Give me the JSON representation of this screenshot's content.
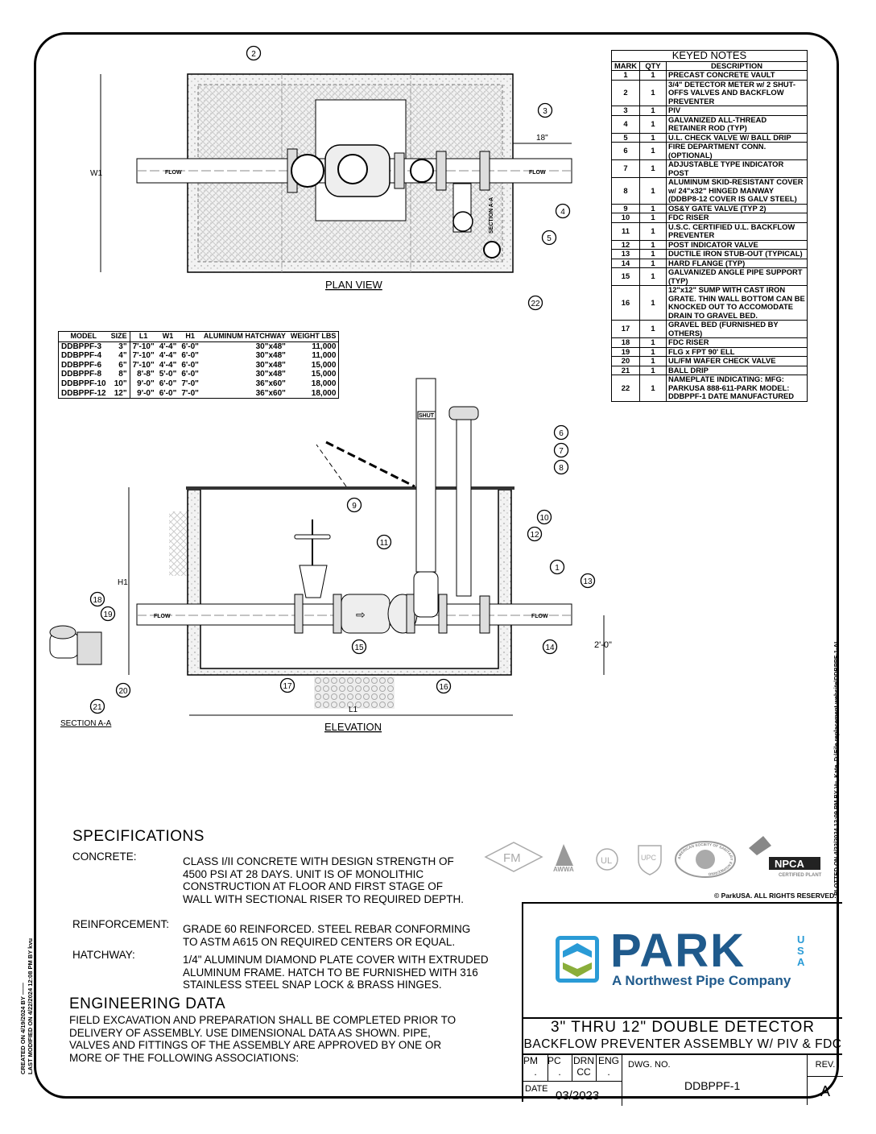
{
  "keyed_notes": {
    "title": "KEYED NOTES",
    "headers": [
      "MARK",
      "QTY",
      "DESCRIPTION"
    ],
    "rows": [
      {
        "mark": "1",
        "qty": "1",
        "desc": "PRECAST CONCRETE VAULT"
      },
      {
        "mark": "2",
        "qty": "1",
        "desc": "3/4\" DETECTOR METER w/ 2 SHUT-OFFS VALVES AND BACKFLOW PREVENTER"
      },
      {
        "mark": "3",
        "qty": "1",
        "desc": "PIV"
      },
      {
        "mark": "4",
        "qty": "1",
        "desc": "GALVANIZED ALL-THREAD RETAINER ROD (TYP)"
      },
      {
        "mark": "5",
        "qty": "1",
        "desc": "U.L. CHECK VALVE W/ BALL DRIP"
      },
      {
        "mark": "6",
        "qty": "1",
        "desc": "FIRE DEPARTMENT CONN. (OPTIONAL)"
      },
      {
        "mark": "7",
        "qty": "1",
        "desc": "ADJUSTABLE TYPE INDICATOR POST"
      },
      {
        "mark": "8",
        "qty": "1",
        "desc": "ALUMINUM SKID-RESISTANT COVER w/ 24\"x32\" HINGED MANWAY (DDBP8-12 COVER IS GALV STEEL)"
      },
      {
        "mark": "9",
        "qty": "1",
        "desc": "OS&Y GATE VALVE (TYP 2)"
      },
      {
        "mark": "10",
        "qty": "1",
        "desc": "FDC RISER"
      },
      {
        "mark": "11",
        "qty": "1",
        "desc": "U.S.C. CERTIFIED U.L. BACKFLOW PREVENTER"
      },
      {
        "mark": "12",
        "qty": "1",
        "desc": "POST INDICATOR VALVE"
      },
      {
        "mark": "13",
        "qty": "1",
        "desc": "DUCTILE IRON STUB-OUT (TYPICAL)"
      },
      {
        "mark": "14",
        "qty": "1",
        "desc": "HARD FLANGE (TYP)"
      },
      {
        "mark": "15",
        "qty": "1",
        "desc": "GALVANIZED ANGLE PIPE SUPPORT (TYP)"
      },
      {
        "mark": "16",
        "qty": "1",
        "desc": "12\"x12\" SUMP WITH CAST IRON GRATE. THIN WALL BOTTOM CAN BE KNOCKED OUT TO ACCOMODATE DRAIN TO GRAVEL BED."
      },
      {
        "mark": "17",
        "qty": "1",
        "desc": "GRAVEL BED (FURNISHED BY OTHERS)"
      },
      {
        "mark": "18",
        "qty": "1",
        "desc": "FDC RISER"
      },
      {
        "mark": "19",
        "qty": "1",
        "desc": "FLG x FPT 90' ELL"
      },
      {
        "mark": "20",
        "qty": "1",
        "desc": "UL/FM WAFER CHECK VALVE"
      },
      {
        "mark": "21",
        "qty": "1",
        "desc": "BALL DRIP"
      },
      {
        "mark": "22",
        "qty": "1",
        "desc": "NAMEPLATE INDICATING: MFG: PARKUSA 888-611-PARK MODEL: DDBPPF-1 DATE MANUFACTURED"
      }
    ]
  },
  "model_table": {
    "headers": [
      "MODEL",
      "SIZE",
      "L1",
      "W1",
      "H1",
      "ALUMINUM HATCHWAY",
      "WEIGHT LBS"
    ],
    "rows": [
      [
        "DDBPPF-3",
        "3\"",
        "7'-10\"",
        "4'-4\"",
        "6'-0\"",
        "30\"x48\"",
        "11,000"
      ],
      [
        "DDBPPF-4",
        "4\"",
        "7'-10\"",
        "4'-4\"",
        "6'-0\"",
        "30\"x48\"",
        "11,000"
      ],
      [
        "DDBPPF-6",
        "6\"",
        "7'-10\"",
        "4'-4\"",
        "6'-0\"",
        "30\"x48\"",
        "15,000"
      ],
      [
        "DDBPPF-8",
        "8\"",
        "8'-8\"",
        "5'-0\"",
        "6'-0\"",
        "30\"x48\"",
        "15,000"
      ],
      [
        "DDBPPF-10",
        "10\"",
        "9'-0\"",
        "6'-0\"",
        "7'-0\"",
        "36\"x60\"",
        "18,000"
      ],
      [
        "DDBPPF-12",
        "12\"",
        "9'-0\"",
        "6'-0\"",
        "7'-0\"",
        "36\"x60\"",
        "18,000"
      ]
    ]
  },
  "drawing": {
    "plan_view_label": "PLAN VIEW",
    "elevation_label": "ELEVATION",
    "section_label": "SECTION A-A",
    "section_cut_label": "SECTION A-A",
    "flow_label": "FLOW",
    "shut_label": "SHUT",
    "dim_w1": "W1",
    "dim_h1": "H1",
    "dim_l1": "L1",
    "dim_18": "18\"",
    "dim_2ft": "2'-0\"",
    "callouts": [
      "1",
      "2",
      "3",
      "4",
      "5",
      "6",
      "7",
      "8",
      "9",
      "10",
      "11",
      "12",
      "13",
      "14",
      "15",
      "16",
      "17",
      "18",
      "19",
      "20",
      "21",
      "22"
    ]
  },
  "specifications": {
    "title": "SPECIFICATIONS",
    "items": [
      {
        "label": "CONCRETE:",
        "lines": [
          "CLASS I/II CONCRETE WITH DESIGN STRENGTH OF",
          "4500 PSI AT 28 DAYS.  UNIT IS OF MONOLITHIC",
          "CONSTRUCTION AT FLOOR AND FIRST STAGE OF",
          "WALL WITH SECTIONAL RISER TO REQUIRED DEPTH."
        ]
      },
      {
        "label": "REINFORCEMENT:",
        "lines": [
          "GRADE 60 REINFORCED. STEEL REBAR CONFORMING",
          "TO ASTM A615 ON REQUIRED CENTERS OR EQUAL."
        ]
      },
      {
        "label": "HATCHWAY:",
        "lines": [
          "1/4\" ALUMINUM DIAMOND PLATE COVER WITH EXTRUDED",
          "ALUMINUM FRAME. HATCH TO BE FURNISHED WITH 316",
          "STAINLESS STEEL SNAP LOCK & BRASS HINGES."
        ]
      }
    ]
  },
  "engineering": {
    "title": "ENGINEERING DATA",
    "lines": [
      "FIELD EXCAVATION AND PREPARATION SHALL BE COMPLETED PRIOR TO",
      "DELIVERY OF ASSEMBLY.  USE DIMENSIONAL DATA AS SHOWN.  PIPE,",
      "VALVES AND FITTINGS OF THE ASSEMBLY ARE APPROVED BY ONE OR",
      "MORE OF THE FOLLOWING ASSOCIATIONS:"
    ]
  },
  "associations": {
    "fm": "FM",
    "awwa": "AWWA",
    "ul": "UL",
    "upc": "UPC",
    "asse": "AMERICAN SOCIETY OF SANITARY ENGINEERING",
    "npca": "NPCA",
    "npca_sub": "CERTIFIED PLANT"
  },
  "copyright": "© ParkUSA. ALL RIGHTS RESERVED.",
  "plotted": "PLOTTED ON 4/22/2024 12:09 PM BY Vu, Kate, D:\\File replacement website\\DDBPPF-1-AL",
  "created": "CREATED ON 4/19/2024 BY ——",
  "modified": "LAST MODIFIED ON 4/22/2024 12:08 PM BY kvu",
  "title_block": {
    "logo_main": "PARK",
    "logo_usa": "USA",
    "logo_tagline": "A Northwest Pipe Company",
    "title_line1": "3\" THRU 12\" DOUBLE DETECTOR",
    "title_line2": "BACKFLOW PREVENTER ASSEMBLY W/ PIV & FDC",
    "pm_label": "PM",
    "pm_value": ".",
    "pc_label": "PC",
    "pc_value": ".",
    "drn_label": "DRN",
    "drn_value": "CC",
    "eng_label": "ENG",
    "eng_value": ".",
    "date_label": "DATE",
    "date_value": "03/2023",
    "dwg_label": "DWG. NO.",
    "dwg_value": "DDBPPF-1",
    "rev_label": "REV.",
    "rev_value": "A"
  },
  "colors": {
    "logo_blue": "#1f5a8c",
    "logo_cyan": "#2a9bd6",
    "logo_green": "#8aae3a"
  }
}
